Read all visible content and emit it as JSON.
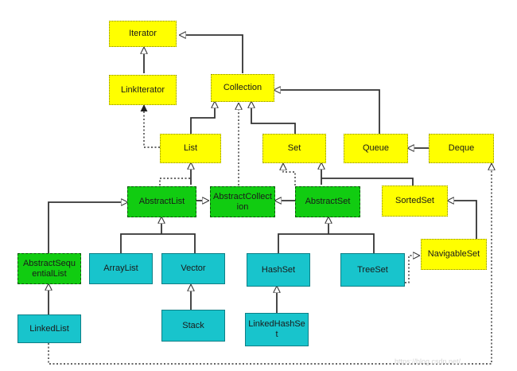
{
  "nodes": {
    "iterator": "Iterator",
    "linkiterator": "LinkIterator",
    "collection": "Collection",
    "list": "List",
    "set": "Set",
    "queue": "Queue",
    "deque": "Deque",
    "abstractlist": "AbstractList",
    "abstractcollection": "AbstractCollection",
    "abstractset": "AbstractSet",
    "sortedset": "SortedSet",
    "abstractsequentiallist": "AbstractSequentialList",
    "arraylist": "ArrayList",
    "vector": "Vector",
    "hashset": "HashSet",
    "treeset": "TreeSet",
    "navigableset": "NavigableSet",
    "stack": "Stack",
    "linkedlist": "LinkedList",
    "linkedhashset": "LinkedHashSet"
  },
  "colors": {
    "interface": "#ffff00",
    "abstract_class": "#11cc11",
    "concrete_class": "#18c4cc",
    "line": "#333333"
  },
  "watermark": "https://blog.csdn.net/..."
}
